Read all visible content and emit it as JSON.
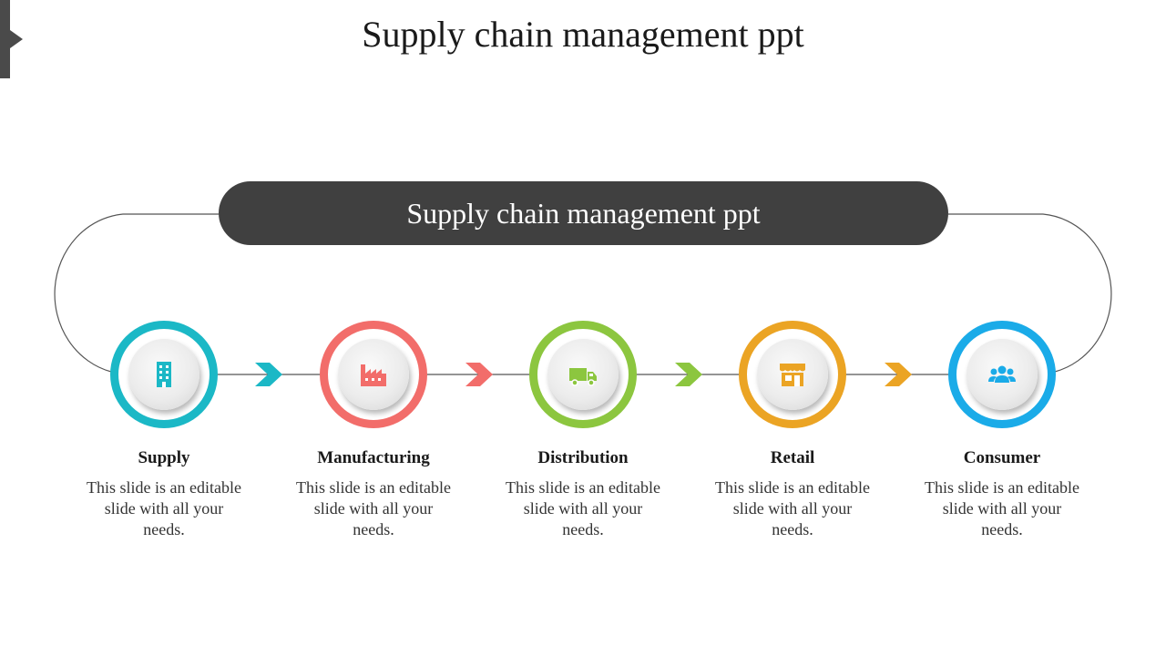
{
  "slide": {
    "title": "Supply chain management ppt",
    "banner_text": "Supply chain management ppt"
  },
  "steps": [
    {
      "label": "Supply",
      "description": "This slide is an editable slide with all your needs.",
      "color": "#1bb8c6",
      "icon": "building-icon"
    },
    {
      "label": "Manufacturing",
      "description": "This slide is an editable slide with all your needs.",
      "color": "#f26d6a",
      "icon": "factory-icon"
    },
    {
      "label": "Distribution",
      "description": "This slide is an editable slide with all your needs.",
      "color": "#8cc63f",
      "icon": "truck-icon"
    },
    {
      "label": "Retail",
      "description": "This slide is an editable slide with all your needs.",
      "color": "#eba424",
      "icon": "store-icon"
    },
    {
      "label": "Consumer",
      "description": "This slide is an editable slide with all your needs.",
      "color": "#1aabe8",
      "icon": "users-icon"
    }
  ],
  "colors": {
    "banner": "#404040",
    "corner_tab": "#4a4a4a",
    "connector_line": "#555555"
  }
}
